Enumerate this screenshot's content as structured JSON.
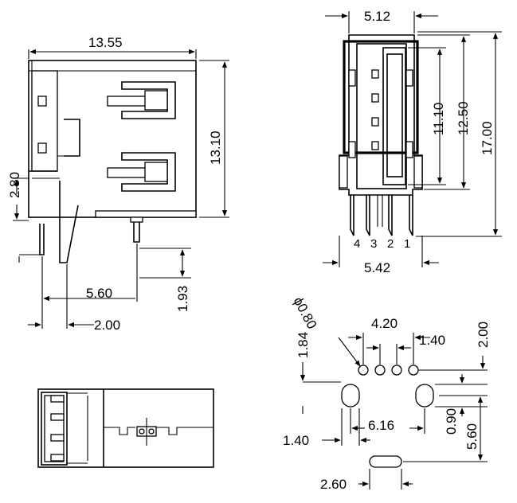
{
  "views": {
    "side": {
      "width": "13.55",
      "height": "13.10",
      "offset_height": "2.80",
      "pin_spacing": "5.60",
      "pin_offset": "2.00",
      "pin_length": "1.93"
    },
    "front": {
      "top_width": "5.12",
      "bottom_width": "5.42",
      "inner_height": "11.10",
      "mid_height": "12.50",
      "total_height": "17.00",
      "pin_numbers": [
        "4",
        "3",
        "2",
        "1"
      ]
    },
    "footprint": {
      "hole_diameter": "ϕ0.80",
      "signal_span": "4.20",
      "signal_pitch": "1.40",
      "row_offset": "2.00",
      "mount_offset_y": "1.84",
      "mount_spacing": "6.16",
      "slot_width": "1.40",
      "slot_length": "0.90",
      "mount_offset_x": "5.60",
      "slot_total": "2.60"
    }
  }
}
